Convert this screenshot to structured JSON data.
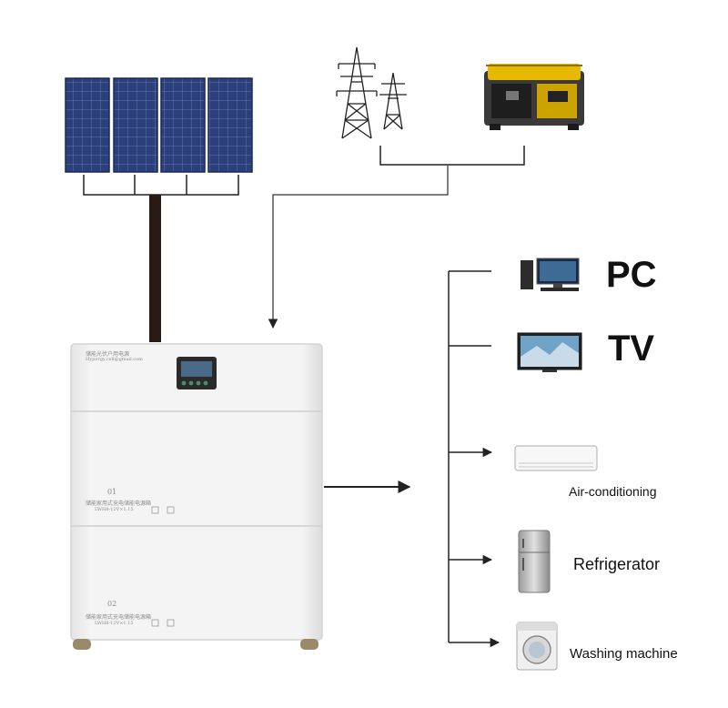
{
  "title": "",
  "colors": {
    "panel_blue": "#2b3f7a",
    "panel_grid": "#6f84c2",
    "line": "#222222",
    "cable": "#2a1a14",
    "cabinet": "#f1f1f1",
    "cabinet_edge": "#d4d4d4",
    "generator_yellow": "#e6b800",
    "lcd_screen": "#4a6a8a"
  },
  "sources": {
    "solar": {
      "icon": "solar-panel-icon",
      "panel_count": 4
    },
    "grid": {
      "icon": "power-tower-icon"
    },
    "generator": {
      "icon": "generator-icon"
    }
  },
  "cabinet": {
    "header_line1": "储能光伏户用电源",
    "header_line2": "Hypergy.cell@gmail.com",
    "modules": [
      {
        "number": "01",
        "name": "储能家用式充电储能电源箱",
        "spec": "LWH8-12V×1.15"
      },
      {
        "number": "02",
        "name": "储能家用式充电储能电源箱",
        "spec": "LWH8-12V×1.15"
      }
    ]
  },
  "appliances": [
    {
      "label": "PC",
      "icon": "pc-icon"
    },
    {
      "label": "TV",
      "icon": "tv-icon"
    },
    {
      "label": "Air-conditioning",
      "icon": "air-conditioner-icon"
    },
    {
      "label": "Refrigerator",
      "icon": "refrigerator-icon"
    },
    {
      "label": "Washing machine",
      "icon": "washing-machine-icon"
    }
  ]
}
